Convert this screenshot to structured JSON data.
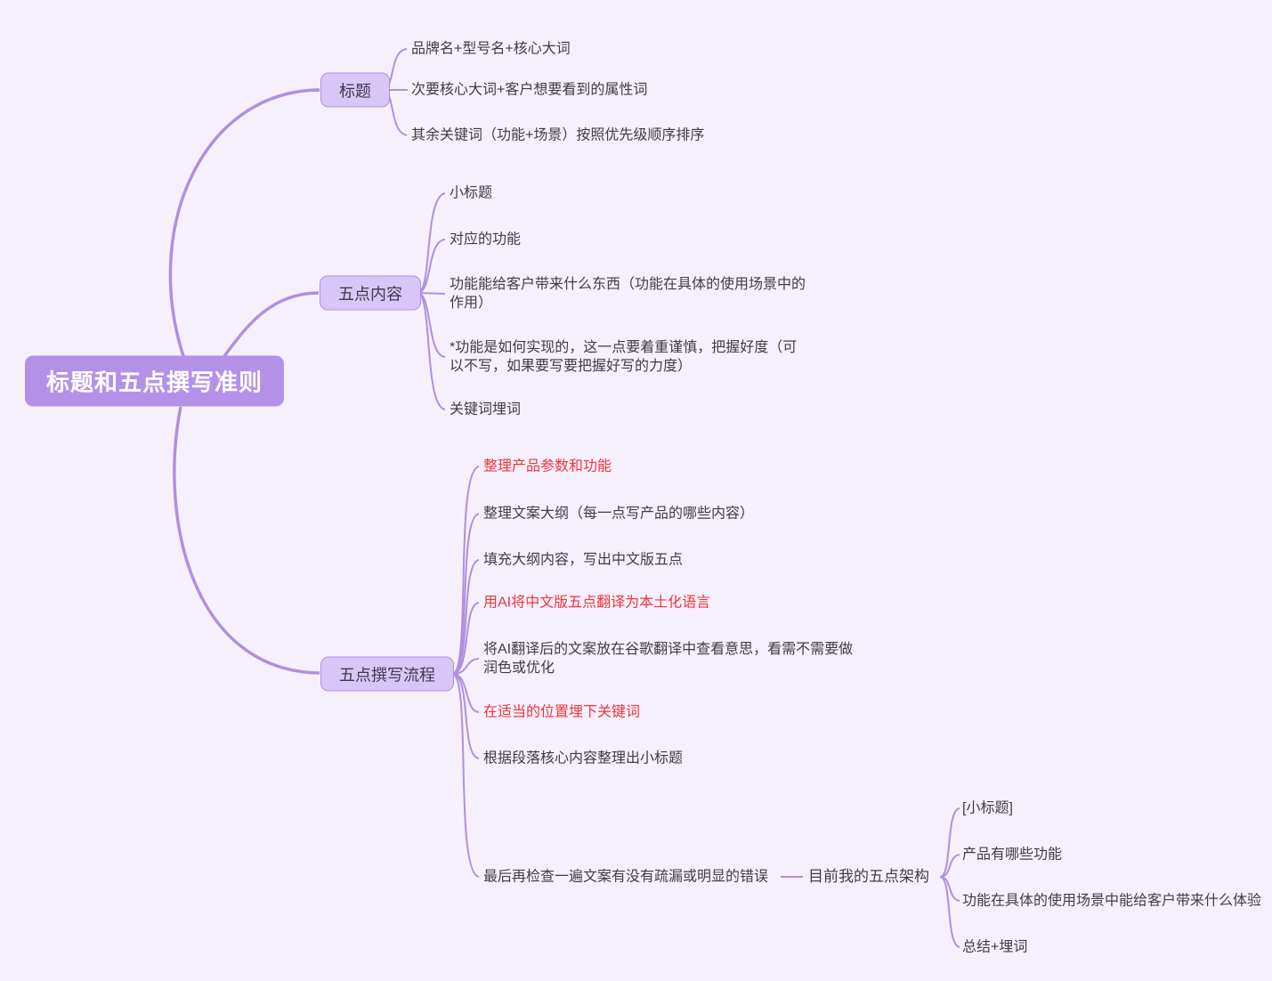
{
  "canvas": {
    "background_color": "#f6f0fc"
  },
  "colors": {
    "root_fill": "#b491e8",
    "root_text": "#ffffff",
    "branch_fill": "#d9c6f8",
    "branch_border": "#b08fe0",
    "connector_line": "#b08fe0",
    "leaf_text": "#3e3e44",
    "emphasis_red_text": "#f1353d"
  },
  "mindmap": {
    "root": {
      "label": "标题和五点撰写准则"
    },
    "branches": [
      {
        "label": "标题",
        "children": [
          "品牌名+型号名+核心大词",
          "次要核心大词+客户想要看到的属性词",
          "其余关键词（功能+场景）按照优先级顺序排序"
        ]
      },
      {
        "label": "五点内容",
        "children": [
          "小标题",
          "对应的功能",
          "功能能给客户带来什么东西（功能在具体的使用场景中的作用）",
          "*功能是如何实现的，这一点要着重谨慎，把握好度（可以不写，如果要写要把握好写的力度）",
          "关键词埋词"
        ]
      },
      {
        "label": "五点撰写流程",
        "children": [
          "整理产品参数和功能",
          "整理文案大纲（每一点写产品的哪些内容）",
          "填充大纲内容，写出中文版五点",
          "用AI将中文版五点翻译为本土化语言",
          "将AI翻译后的文案放在谷歌翻译中查看意思，看需不需要做润色或优化",
          "在适当的位置埋下关键词",
          "根据段落核心内容整理出小标题",
          "最后再检查一遍文案有没有疏漏或明显的错误"
        ],
        "red_children_indexes": [
          0,
          3,
          5
        ]
      }
    ],
    "subnode": {
      "parent": "最后再检查一遍文案有没有疏漏或明显的错误",
      "label": "目前我的五点架构",
      "children": [
        "[小标题]",
        "产品有哪些功能",
        "功能在具体的使用场景中能给客户带来什么体验",
        "总结+埋词"
      ]
    }
  }
}
